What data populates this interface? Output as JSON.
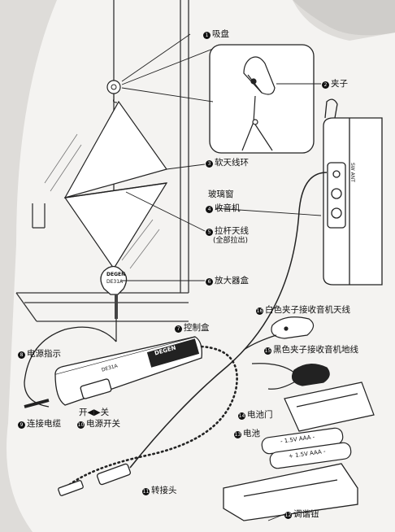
{
  "labels": {
    "l1": {
      "num": "1",
      "text": "吸盘"
    },
    "l2": {
      "num": "2",
      "text": "夹子"
    },
    "l3": {
      "num": "3",
      "text": "软天线环"
    },
    "window": {
      "text": "玻璃窗"
    },
    "l4": {
      "num": "4",
      "text": "收音机"
    },
    "l5": {
      "num": "5",
      "text": "拉杆天线",
      "sub": "(全部拉出)"
    },
    "l6": {
      "num": "6",
      "text": "放大器盒"
    },
    "l7": {
      "num": "7",
      "text": "控制盒"
    },
    "l8": {
      "num": "8",
      "text": "电源指示"
    },
    "l9": {
      "num": "9",
      "text": "连接电缆"
    },
    "l10": {
      "num": "10",
      "text": "电源开关",
      "switch": "开◀▶关"
    },
    "l11": {
      "num": "11",
      "text": "转接头"
    },
    "l12": {
      "num": "12",
      "text": "调谐钮"
    },
    "l13": {
      "num": "13",
      "text": "电池"
    },
    "l14": {
      "num": "14",
      "text": "电池门"
    },
    "l15": {
      "num": "15",
      "text": "黑色夹子接收音机地线"
    },
    "l16": {
      "num": "16",
      "text": "白色夹子接收音机天线"
    }
  },
  "device_text": {
    "amp_brand": "DEGEN",
    "amp_model": "DE31A",
    "radio_side": "SW ANT",
    "battery_a": "- 1.5V AAA -",
    "battery_b": "+ 1.5V AAA -",
    "control_brand": "DEGEN",
    "control_model": "DE31A"
  }
}
